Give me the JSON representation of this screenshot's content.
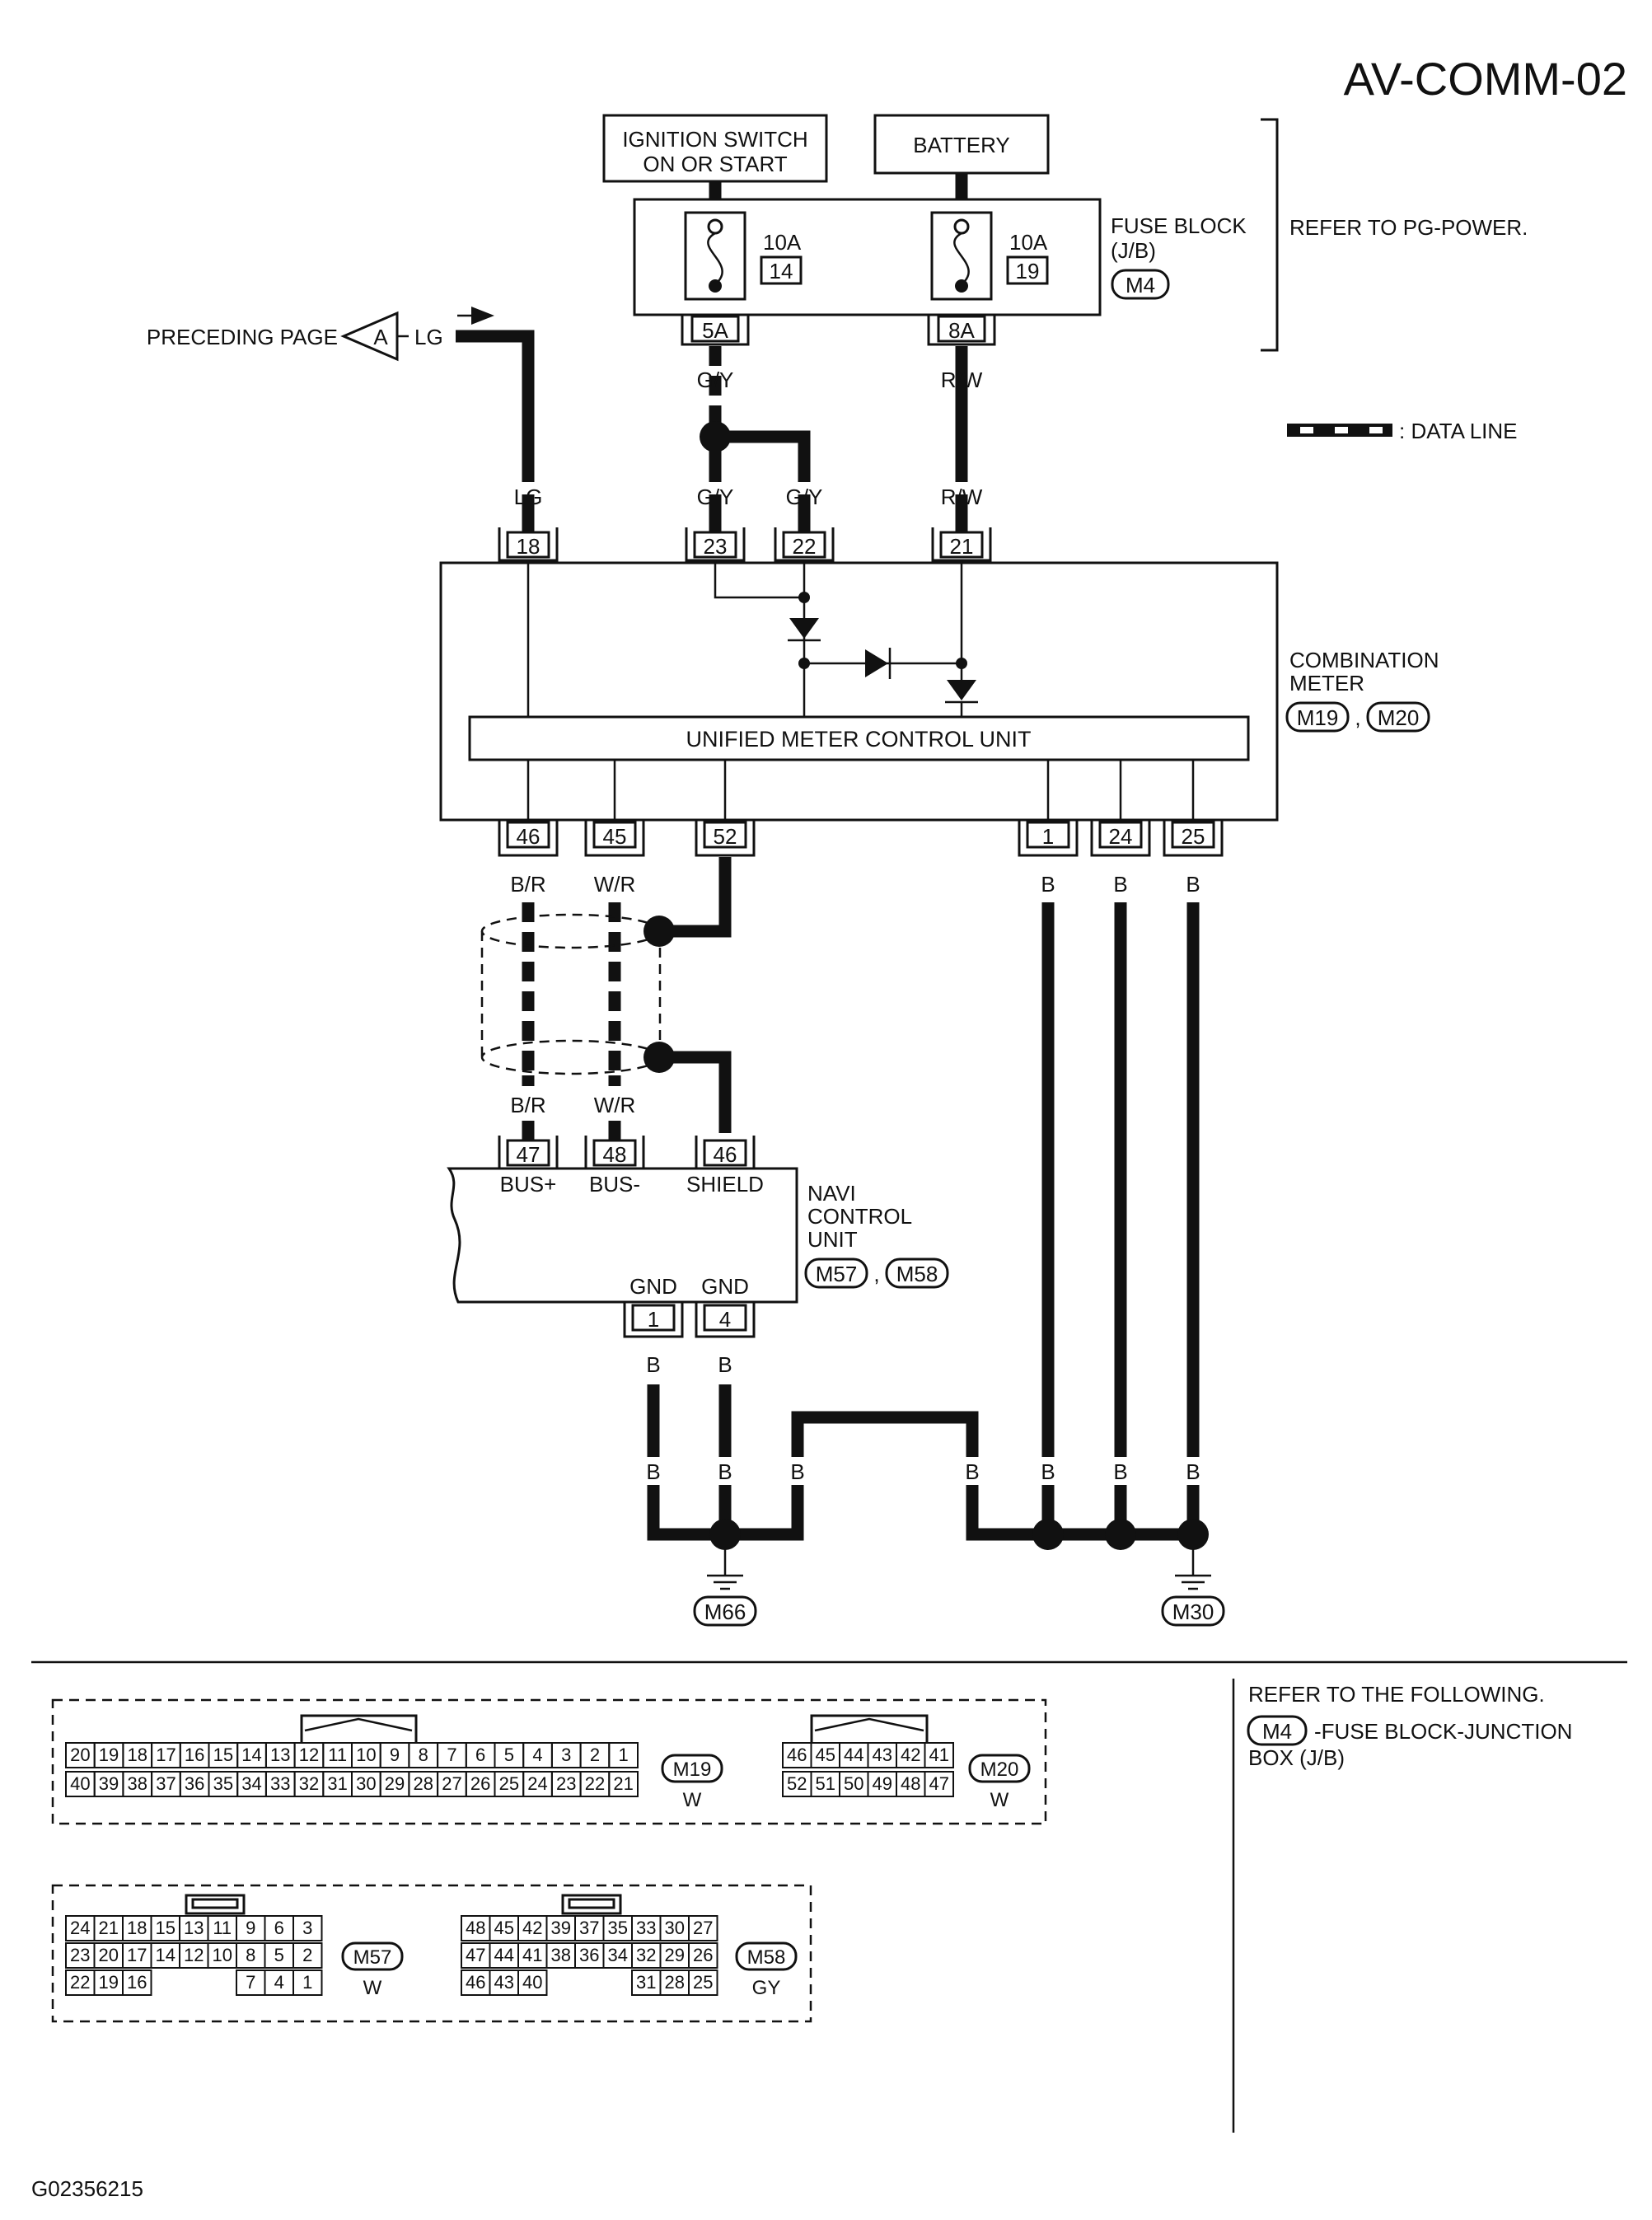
{
  "page": {
    "id": "AV-COMM-02",
    "figure_code": "G02356215"
  },
  "sources": {
    "ignition": "IGNITION SWITCH ON OR START",
    "ignition_line1": "IGNITION SWITCH",
    "ignition_line2": "ON OR START",
    "battery": "BATTERY"
  },
  "fuse_block": {
    "label": "FUSE BLOCK",
    "sub": "(J/B)",
    "connector": "M4",
    "refer": "REFER TO PG-POWER.",
    "fuses": [
      {
        "rating": "10A",
        "number": "14",
        "terminal": "5A"
      },
      {
        "rating": "10A",
        "number": "19",
        "terminal": "8A"
      }
    ]
  },
  "legend": {
    "data_line": ": DATA LINE"
  },
  "preceding": {
    "text": "PRECEDING PAGE",
    "marker": "A",
    "wire": "LG"
  },
  "wires": {
    "gy": "G/Y",
    "rw": "R/W",
    "lg": "LG",
    "br": "B/R",
    "wr": "W/R",
    "b": "B"
  },
  "combination_meter": {
    "label_line1": "COMBINATION",
    "label_line2": "METER",
    "connectors": [
      "M19",
      "M20"
    ],
    "sep": ",",
    "unit": "UNIFIED METER CONTROL UNIT",
    "top_pins": [
      "18",
      "23",
      "22",
      "21"
    ],
    "bottom_pins": [
      "46",
      "45",
      "52",
      "1",
      "24",
      "25"
    ]
  },
  "navi": {
    "label_line1": "NAVI",
    "label_line2": "CONTROL",
    "label_line3": "UNIT",
    "connectors": [
      "M57",
      "M58"
    ],
    "top_pins": [
      "47",
      "48",
      "46"
    ],
    "top_labels": [
      "BUS+",
      "BUS-",
      "SHIELD"
    ],
    "bottom_pins": [
      "1",
      "4"
    ],
    "bottom_labels": [
      "GND",
      "GND"
    ]
  },
  "grounds": [
    "M66",
    "M30"
  ],
  "connector_views": {
    "m19": {
      "name": "M19",
      "color": "W",
      "row1": [
        "20",
        "19",
        "18",
        "17",
        "16",
        "15",
        "14",
        "13",
        "12",
        "11",
        "10",
        "9",
        "8",
        "7",
        "6",
        "5",
        "4",
        "3",
        "2",
        "1"
      ],
      "row2": [
        "40",
        "39",
        "38",
        "37",
        "36",
        "35",
        "34",
        "33",
        "32",
        "31",
        "30",
        "29",
        "28",
        "27",
        "26",
        "25",
        "24",
        "23",
        "22",
        "21"
      ]
    },
    "m20": {
      "name": "M20",
      "color": "W",
      "row1": [
        "46",
        "45",
        "44",
        "43",
        "42",
        "41"
      ],
      "row2": [
        "52",
        "51",
        "50",
        "49",
        "48",
        "47"
      ]
    },
    "m57": {
      "name": "M57",
      "color": "W",
      "row1": [
        "24",
        "21",
        "18",
        "15",
        "13",
        "11",
        "9",
        "6",
        "3"
      ],
      "row2": [
        "23",
        "20",
        "17",
        "14",
        "12",
        "10",
        "8",
        "5",
        "2"
      ],
      "row3": [
        "22",
        "19",
        "16",
        "7",
        "4",
        "1"
      ]
    },
    "m58": {
      "name": "M58",
      "color": "GY",
      "row1": [
        "48",
        "45",
        "42",
        "39",
        "37",
        "35",
        "33",
        "30",
        "27"
      ],
      "row2": [
        "47",
        "44",
        "41",
        "38",
        "36",
        "34",
        "32",
        "29",
        "26"
      ],
      "row3": [
        "46",
        "43",
        "40",
        "31",
        "28",
        "25"
      ]
    }
  },
  "refer_following": {
    "heading": "REFER TO THE FOLLOWING.",
    "connector": "M4",
    "text_line1": "-FUSE BLOCK-JUNCTION",
    "text_line2": "BOX (J/B)"
  }
}
